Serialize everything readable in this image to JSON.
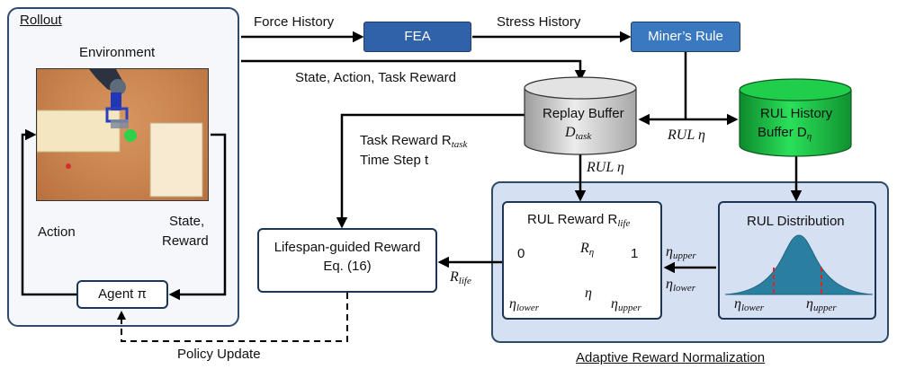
{
  "rollout": {
    "title": "Rollout",
    "environment_label": "Environment",
    "action_label": "Action",
    "state_reward_line1": "State,",
    "state_reward_line2": "Reward",
    "agent_label": "Agent π"
  },
  "flow": {
    "force_history": "Force History",
    "stress_history": "Stress History",
    "state_action_task_reward": "State, Action, Task Reward",
    "fea": "FEA",
    "miners_rule": "Miner’s Rule",
    "replay_buffer_title": "Replay Buffer",
    "replay_buffer_symbol": "D",
    "replay_buffer_sub": "task",
    "rul_history_line1": "RUL History",
    "rul_history_line2": "Buffer D",
    "rul_history_sub": "η",
    "rul_eta_right": "RUL η",
    "rul_eta_down": "RUL η",
    "task_reward_prefix": "Task Reward R",
    "task_reward_sub": "task",
    "time_step": "Time Step t",
    "lifespan_line1": "Lifespan-guided Reward",
    "lifespan_line2": "Eq. (16)",
    "r_life_symbol": "R",
    "r_life_sub": "life",
    "policy_update": "Policy Update"
  },
  "arn": {
    "title": "Adaptive Reward Normalization",
    "rul_reward_prefix": "RUL Reward R",
    "rul_reward_sub": "life",
    "scale_zero": "0",
    "scale_one": "1",
    "r_eta_symbol": "R",
    "r_eta_sub": "η",
    "eta": "η",
    "eta_lower_symbol": "η",
    "eta_lower_sub": "lower",
    "eta_upper_symbol": "η",
    "eta_upper_sub": "upper",
    "rul_distribution": "RUL Distribution"
  },
  "colors": {
    "fea_blue": "#2f62a8",
    "miner_blue": "#3a78c0",
    "buffer_gray": "#d4d4d4",
    "buffer_green": "#14b33c",
    "panel_bg": "#d6e0f3",
    "bell_blue": "#2a7fa0",
    "marker_red": "#d22a2a"
  }
}
